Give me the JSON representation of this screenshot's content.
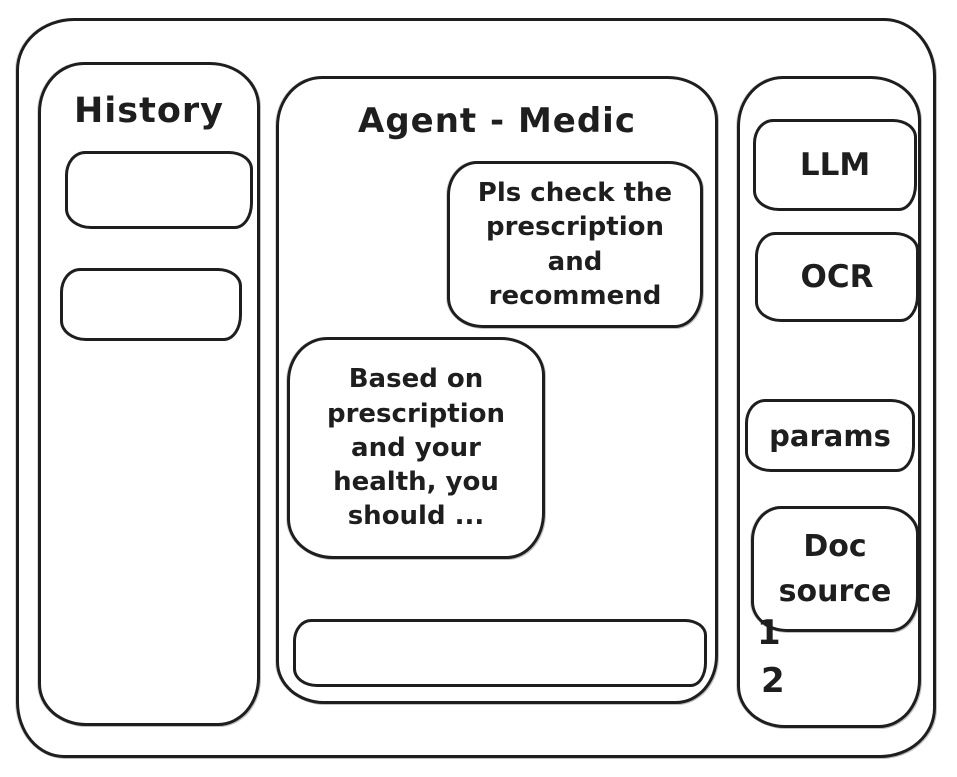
{
  "app": {
    "canvas_bg": "#ffffff",
    "stroke_color": "#1e1e1e"
  },
  "history_panel": {
    "title": "History",
    "items": [
      {
        "label": ""
      },
      {
        "label": ""
      }
    ]
  },
  "chat_panel": {
    "title": "Agent - Medic",
    "messages": [
      {
        "role": "user",
        "text": "Pls check the\nprescription\nand recommend"
      },
      {
        "role": "assistant",
        "text": "Based on\nprescription\nand your\nhealth, you\nshould ..."
      }
    ],
    "input": {
      "value": "",
      "placeholder": ""
    }
  },
  "tools_panel": {
    "buttons": [
      {
        "id": "llm",
        "label": "LLM"
      },
      {
        "id": "ocr",
        "label": "OCR"
      },
      {
        "id": "params",
        "label": "params"
      },
      {
        "id": "doc-source",
        "label": "Doc\nsource"
      }
    ],
    "doc_items": [
      "1",
      "2"
    ]
  }
}
